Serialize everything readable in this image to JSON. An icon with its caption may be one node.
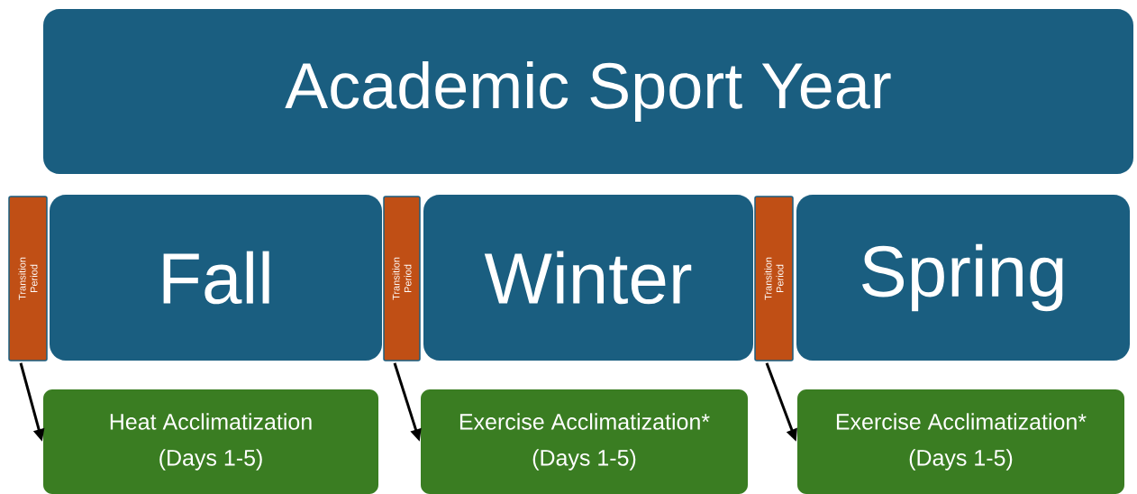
{
  "diagram": {
    "nodes": [
      {
        "text": [
          "Academic Sport Year"
        ]
      },
      {
        "text": [
          "Transition Period"
        ]
      },
      {
        "text": [
          "Fall"
        ]
      },
      {
        "text": [
          "Transition Period"
        ]
      },
      {
        "text": [
          "Winter"
        ]
      },
      {
        "text": [
          "Transition Period"
        ]
      },
      {
        "text": [
          "Spring"
        ]
      },
      {
        "text": [
          "Heat Acclimatization",
          "(Days 1-5)"
        ]
      },
      {
        "text": [
          "Exercise Acclimatization*",
          "(Days 1-5)"
        ]
      },
      {
        "text": [
          "Exercise Acclimatization*",
          "(Days 1-5)"
        ]
      }
    ],
    "edges": [
      {
        "from": 1,
        "to": 7,
        "arrow": "to"
      },
      {
        "from": 3,
        "to": 8,
        "arrow": "to"
      },
      {
        "from": 5,
        "to": 9,
        "arrow": "to"
      }
    ]
  }
}
